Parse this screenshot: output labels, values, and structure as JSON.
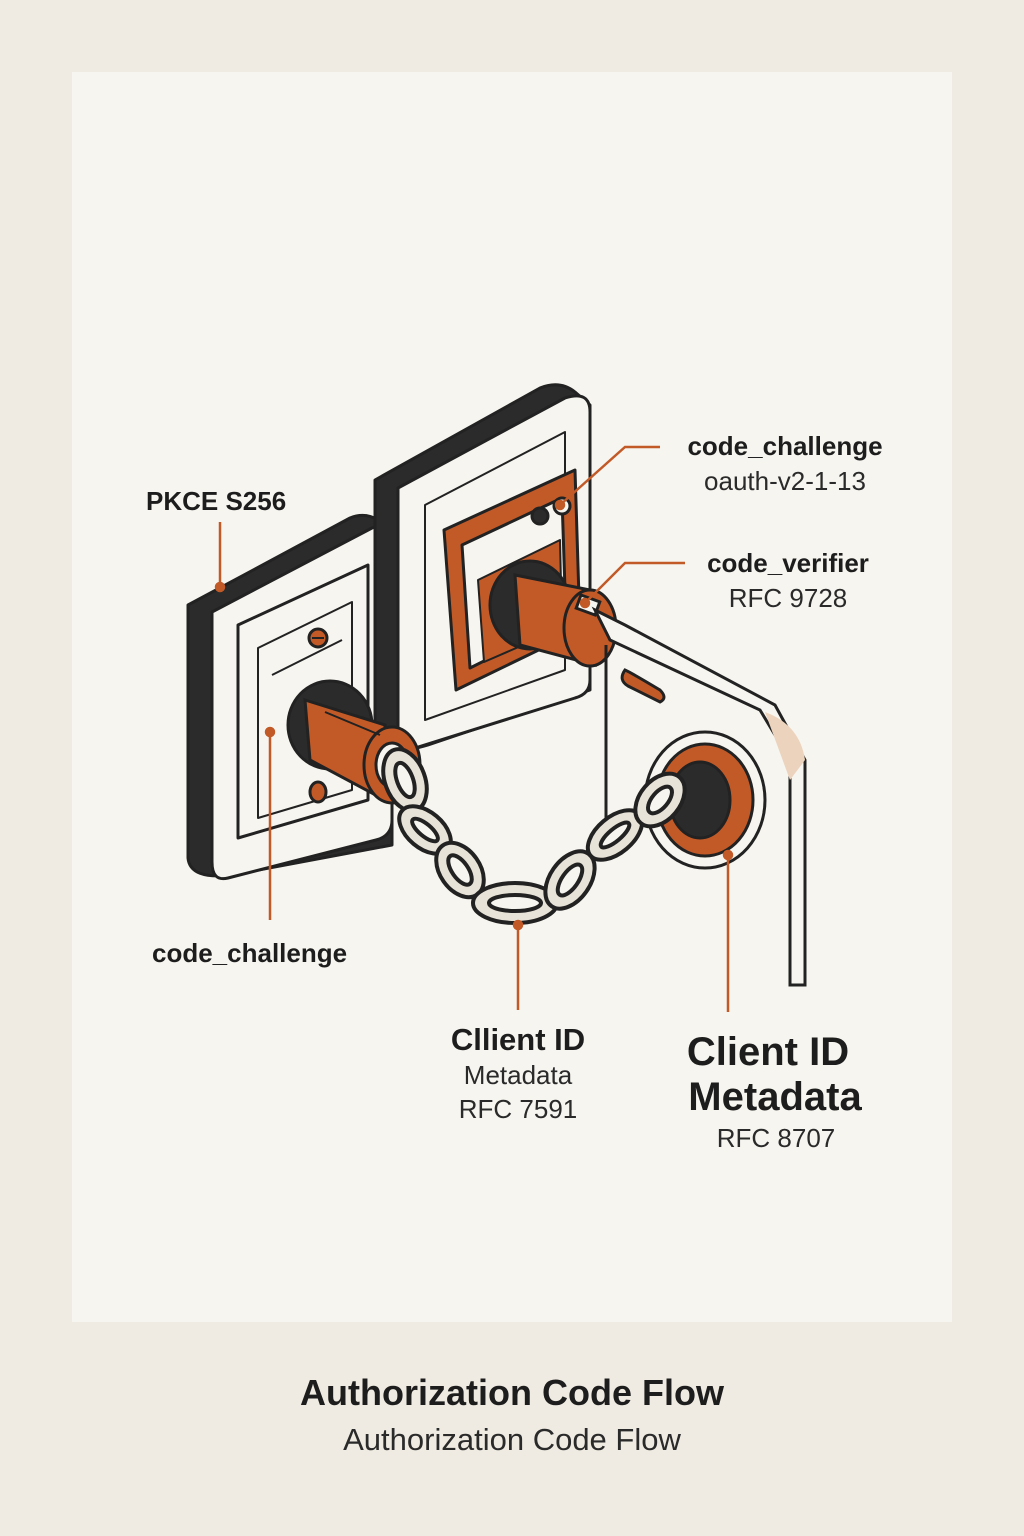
{
  "labels": {
    "pkce": "PKCE S256",
    "code_challenge_top": "code_challenge",
    "oauth_draft": "oauth-v2-1-13",
    "code_verifier": "code_verifier",
    "rfc9728": "RFC 9728",
    "code_challenge_left": "code_challenge",
    "client_id_1": "Cllient ID",
    "metadata_1": "Metadata",
    "rfc7591": "RFC 7591",
    "client_id_2": "Client ID",
    "metadata_2": "Metadata",
    "rfc8707": "RFC 8707"
  },
  "caption": {
    "title": "Authorization Code Flow",
    "subtitle": "Authorization Code Flow"
  },
  "colors": {
    "accent": "#c25a28",
    "outline": "#222222",
    "panel": "#f7f5ef",
    "background": "#efebe2"
  }
}
